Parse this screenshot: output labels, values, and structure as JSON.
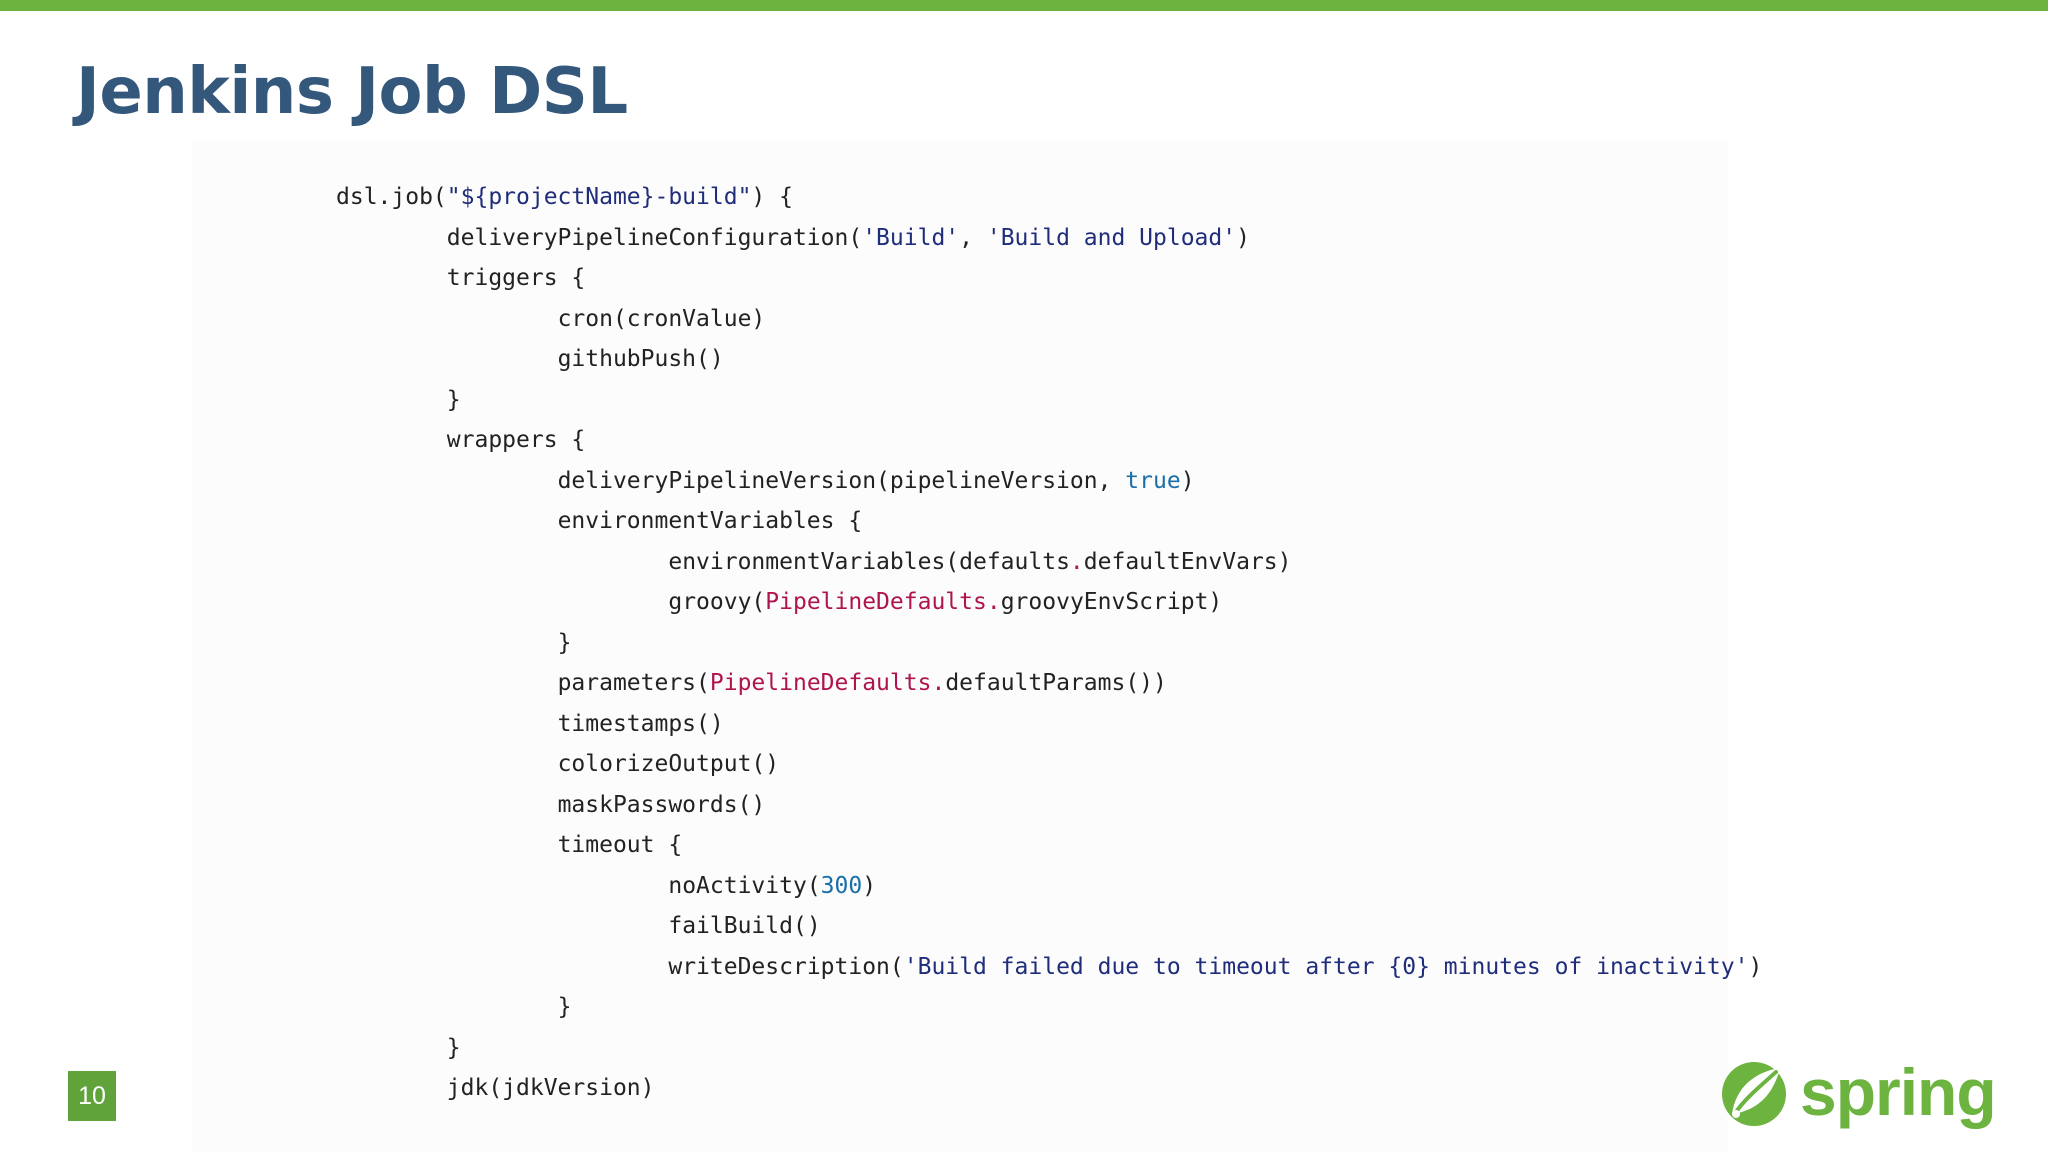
{
  "slide": {
    "title": "Jenkins Job DSL",
    "page_number": "10",
    "logo_text": "spring"
  },
  "colors": {
    "accent_green": "#6db33f",
    "title_blue": "#34577c",
    "string_navy": "#1f2d7a",
    "keyword_blue": "#1a6fa6",
    "class_magenta": "#b0144f"
  },
  "code": {
    "language": "groovy",
    "lines": [
      {
        "indent": 0,
        "tokens": [
          {
            "t": "dsl.job("
          },
          {
            "t": "\"${projectName}-build\"",
            "c": "str"
          },
          {
            "t": ") {"
          }
        ]
      },
      {
        "indent": 1,
        "tokens": [
          {
            "t": "deliveryPipelineConfiguration("
          },
          {
            "t": "'Build'",
            "c": "str"
          },
          {
            "t": ", "
          },
          {
            "t": "'Build and Upload'",
            "c": "str"
          },
          {
            "t": ")"
          }
        ]
      },
      {
        "indent": 1,
        "tokens": [
          {
            "t": "triggers {"
          }
        ]
      },
      {
        "indent": 2,
        "tokens": [
          {
            "t": "cron(cronValue)"
          }
        ]
      },
      {
        "indent": 2,
        "tokens": [
          {
            "t": "githubPush()"
          }
        ]
      },
      {
        "indent": 1,
        "tokens": [
          {
            "t": "}"
          }
        ]
      },
      {
        "indent": 1,
        "tokens": [
          {
            "t": "wrappers {"
          }
        ]
      },
      {
        "indent": 2,
        "tokens": [
          {
            "t": "deliveryPipelineVersion(pipelineVersion, "
          },
          {
            "t": "true",
            "c": "kw"
          },
          {
            "t": ")"
          }
        ]
      },
      {
        "indent": 2,
        "tokens": [
          {
            "t": "environmentVariables {"
          }
        ]
      },
      {
        "indent": 3,
        "tokens": [
          {
            "t": "environmentVariables(defaults"
          },
          {
            "t": ".",
            "c": "dot"
          },
          {
            "t": "defaultEnvVars)"
          }
        ]
      },
      {
        "indent": 3,
        "tokens": [
          {
            "t": "groovy("
          },
          {
            "t": "PipelineDefaults",
            "c": "cls"
          },
          {
            "t": ".",
            "c": "dot"
          },
          {
            "t": "groovyEnvScript)"
          }
        ]
      },
      {
        "indent": 2,
        "tokens": [
          {
            "t": "}"
          }
        ]
      },
      {
        "indent": 2,
        "tokens": [
          {
            "t": "parameters("
          },
          {
            "t": "PipelineDefaults",
            "c": "cls"
          },
          {
            "t": ".",
            "c": "dot"
          },
          {
            "t": "defaultParams())"
          }
        ]
      },
      {
        "indent": 2,
        "tokens": [
          {
            "t": "timestamps()"
          }
        ]
      },
      {
        "indent": 2,
        "tokens": [
          {
            "t": "colorizeOutput()"
          }
        ]
      },
      {
        "indent": 2,
        "tokens": [
          {
            "t": "maskPasswords()"
          }
        ]
      },
      {
        "indent": 2,
        "tokens": [
          {
            "t": "timeout {"
          }
        ]
      },
      {
        "indent": 3,
        "tokens": [
          {
            "t": "noActivity("
          },
          {
            "t": "300",
            "c": "num"
          },
          {
            "t": ")"
          }
        ]
      },
      {
        "indent": 3,
        "tokens": [
          {
            "t": "failBuild()"
          }
        ]
      },
      {
        "indent": 3,
        "tokens": [
          {
            "t": "writeDescription("
          },
          {
            "t": "'Build failed due to timeout after {0} minutes of inactivity'",
            "c": "str"
          },
          {
            "t": ")"
          }
        ]
      },
      {
        "indent": 2,
        "tokens": [
          {
            "t": "}"
          }
        ]
      },
      {
        "indent": 1,
        "tokens": [
          {
            "t": "}"
          }
        ]
      },
      {
        "indent": 1,
        "tokens": [
          {
            "t": "jdk(jdkVersion)"
          }
        ]
      }
    ]
  }
}
